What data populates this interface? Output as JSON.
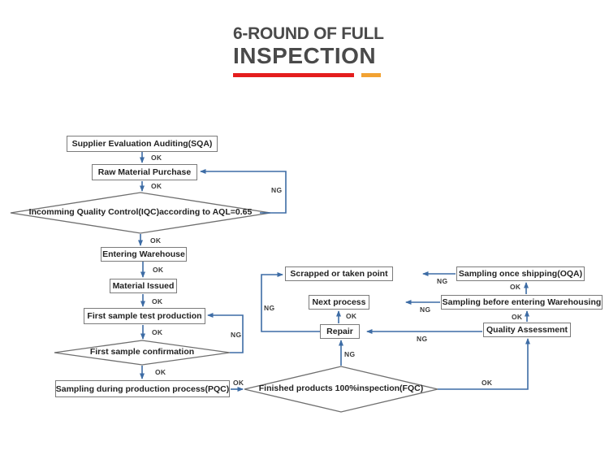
{
  "title": {
    "line1": "6-ROUND OF FULL",
    "line2": "INSPECTION"
  },
  "labels": {
    "ok": "OK",
    "ng": "NG"
  },
  "nodes": {
    "sqa": "Supplier Evaluation Auditing(SQA)",
    "raw": "Raw Material Purchase",
    "iqc": "Incomming Quality Control(IQC)according to AQL=0.65",
    "warehouse": "Entering Warehouse",
    "material": "Material Issued",
    "first_test": "First sample test production",
    "first_confirm": "First sample confirmation",
    "pqc": "Sampling during production process(PQC)",
    "fqc": "Finished products 100%inspection(FQC)",
    "scrapped": "Scrapped or taken point",
    "next_process": "Next process",
    "repair": "Repair",
    "qa": "Quality Assessment",
    "before_wh": "Sampling before entering Warehousing",
    "oqa": "Sampling once shipping(OQA)"
  },
  "colors": {
    "accent_red": "#e41d1d",
    "accent_orange": "#f2a232",
    "line_blue": "#3d6ca5",
    "box_border": "#7b7b7b",
    "title_gray": "#4a4a4a"
  }
}
